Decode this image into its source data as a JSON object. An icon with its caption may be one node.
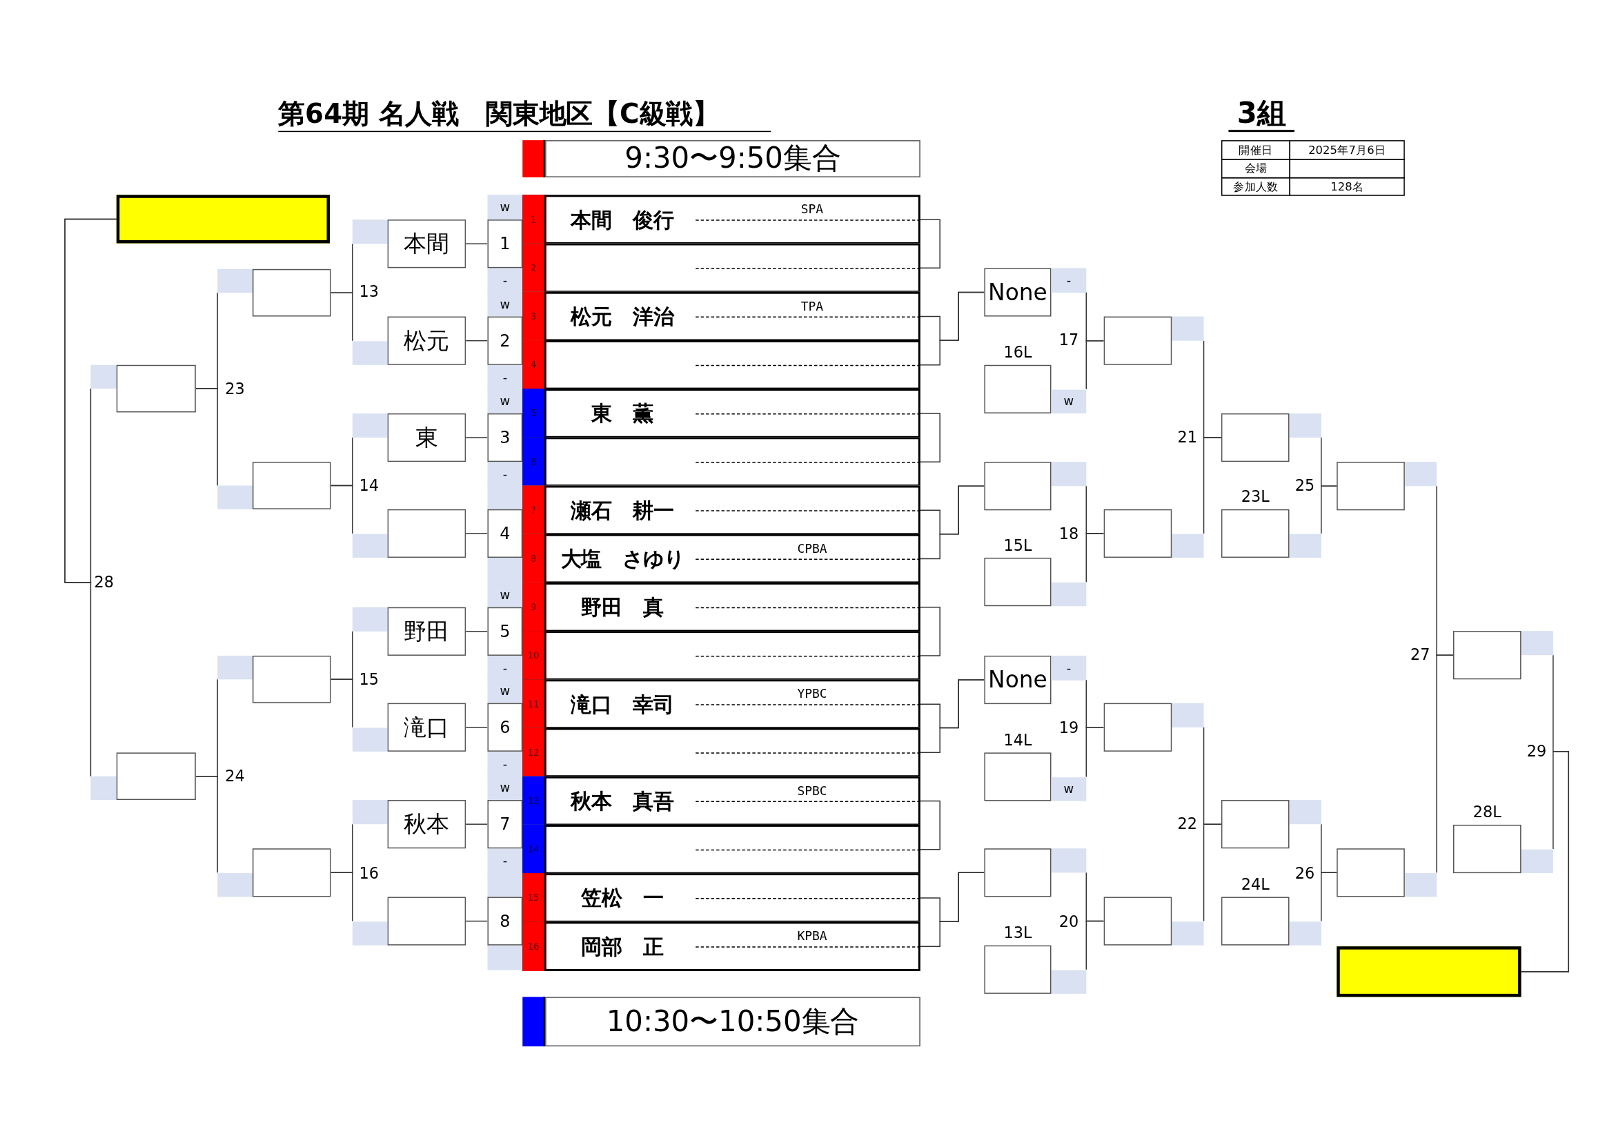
{
  "diagram": {
    "title": "第64期 名人戦　関東地区【C級戦】",
    "nodes": [
      {
        "text": [],
        "shape": "box"
      },
      {
        "text": [],
        "shape": "box"
      },
      {
        "text": [],
        "shape": "box"
      },
      {
        "text": [],
        "shape": "box"
      },
      {
        "text": [],
        "shape": "box"
      },
      {
        "text": [],
        "shape": "box"
      },
      {
        "text": [],
        "shape": "box"
      },
      {
        "text": [
          "本間"
        ]
      },
      {
        "text": [
          "松元"
        ]
      },
      {
        "text": [
          "東"
        ]
      },
      {
        "text": [],
        "shape": "box"
      },
      {
        "text": [
          "野田"
        ]
      },
      {
        "text": [
          "滝口"
        ]
      },
      {
        "text": [
          "秋本"
        ]
      },
      {
        "text": [],
        "shape": "box"
      },
      {
        "text": [
          "1"
        ]
      },
      {
        "text": [
          "2"
        ]
      },
      {
        "text": [
          "3"
        ]
      },
      {
        "text": [
          "4"
        ]
      },
      {
        "text": [
          "5"
        ]
      },
      {
        "text": [
          "6"
        ]
      },
      {
        "text": [
          "7"
        ]
      },
      {
        "text": [
          "8"
        ]
      },
      {
        "text": [
          "1",
          "本間　俊行",
          "SPA"
        ]
      },
      {
        "text": [
          "2"
        ]
      },
      {
        "text": [
          "3",
          "松元　洋治",
          "TPA"
        ]
      },
      {
        "text": [
          "4"
        ]
      },
      {
        "text": [
          "5",
          "東　薫"
        ]
      },
      {
        "text": [
          "6"
        ]
      },
      {
        "text": [
          "7",
          "瀬石　耕一"
        ]
      },
      {
        "text": [
          "8",
          "大塩　さゆり",
          "CPBA"
        ]
      },
      {
        "text": [
          "9",
          "野田　真"
        ]
      },
      {
        "text": [
          "10"
        ]
      },
      {
        "text": [
          "11",
          "滝口　幸司",
          "YPBC"
        ]
      },
      {
        "text": [
          "12"
        ]
      },
      {
        "text": [
          "13",
          "秋本　真吾",
          "SPBC"
        ]
      },
      {
        "text": [
          "14"
        ]
      },
      {
        "text": [
          "15",
          "笠松　一"
        ]
      },
      {
        "text": [
          "16",
          "岡部　正",
          "KPBA"
        ]
      },
      {
        "text": [
          "None"
        ]
      },
      {
        "text": [],
        "shape": "box",
        "beside": [
          "16L"
        ]
      },
      {
        "text": [],
        "shape": "box"
      },
      {
        "text": [],
        "shape": "box",
        "beside": [
          "15L"
        ]
      },
      {
        "text": [
          "None"
        ]
      },
      {
        "text": [],
        "shape": "box",
        "beside": [
          "14L"
        ]
      },
      {
        "text": [],
        "shape": "box"
      },
      {
        "text": [],
        "shape": "box",
        "beside": [
          "13L"
        ]
      },
      {
        "text": [],
        "shape": "box"
      },
      {
        "text": [],
        "shape": "box"
      },
      {
        "text": [],
        "shape": "box"
      },
      {
        "text": [],
        "shape": "box"
      },
      {
        "text": [],
        "shape": "box"
      },
      {
        "text": [],
        "shape": "box",
        "beside": [
          "23L"
        ]
      },
      {
        "text": [],
        "shape": "box"
      },
      {
        "text": [],
        "shape": "box",
        "beside": [
          "24L"
        ]
      },
      {
        "text": [],
        "shape": "box"
      },
      {
        "text": [],
        "shape": "box"
      },
      {
        "text": [],
        "shape": "box"
      },
      {
        "text": [],
        "shape": "box",
        "beside": [
          "28L"
        ]
      },
      {
        "text": [],
        "shape": "box"
      }
    ],
    "edges": [
      {
        "from": 1,
        "to": 0,
        "arrow": "none",
        "label": "28"
      },
      {
        "from": 2,
        "to": 0,
        "arrow": "none"
      },
      {
        "from": 3,
        "to": 1,
        "arrow": "none",
        "label": "23"
      },
      {
        "from": 4,
        "to": 1,
        "arrow": "none"
      },
      {
        "from": 5,
        "to": 2,
        "arrow": "none",
        "label": "24"
      },
      {
        "from": 6,
        "to": 2,
        "arrow": "none"
      },
      {
        "from": 7,
        "to": 3,
        "arrow": "none",
        "label": "13"
      },
      {
        "from": 8,
        "to": 3,
        "arrow": "none"
      },
      {
        "from": 9,
        "to": 4,
        "arrow": "none",
        "label": "14"
      },
      {
        "from": 10,
        "to": 4,
        "arrow": "none"
      },
      {
        "from": 11,
        "to": 5,
        "arrow": "none",
        "label": "15"
      },
      {
        "from": 12,
        "to": 5,
        "arrow": "none"
      },
      {
        "from": 13,
        "to": 6,
        "arrow": "none",
        "label": "16"
      },
      {
        "from": 14,
        "to": 6,
        "arrow": "none"
      },
      {
        "from": 15,
        "to": 7,
        "arrow": "none"
      },
      {
        "from": 16,
        "to": 8,
        "arrow": "none"
      },
      {
        "from": 17,
        "to": 9,
        "arrow": "none"
      },
      {
        "from": 18,
        "to": 10,
        "arrow": "none"
      },
      {
        "from": 19,
        "to": 11,
        "arrow": "none"
      },
      {
        "from": 20,
        "to": 12,
        "arrow": "none"
      },
      {
        "from": 21,
        "to": 13,
        "arrow": "none"
      },
      {
        "from": 22,
        "to": 14,
        "arrow": "none"
      },
      {
        "from": 23,
        "to": 24,
        "arrow": "none"
      },
      {
        "from": 25,
        "to": 39,
        "arrow": "none"
      },
      {
        "from": 26,
        "to": 39,
        "arrow": "none"
      },
      {
        "from": 27,
        "to": 28,
        "arrow": "none"
      },
      {
        "from": 29,
        "to": 41,
        "arrow": "none"
      },
      {
        "from": 30,
        "to": 41,
        "arrow": "none"
      },
      {
        "from": 31,
        "to": 32,
        "arrow": "none"
      },
      {
        "from": 33,
        "to": 43,
        "arrow": "none"
      },
      {
        "from": 34,
        "to": 43,
        "arrow": "none"
      },
      {
        "from": 35,
        "to": 36,
        "arrow": "none"
      },
      {
        "from": 37,
        "to": 45,
        "arrow": "none"
      },
      {
        "from": 38,
        "to": 45,
        "arrow": "none"
      },
      {
        "from": 39,
        "to": 47,
        "arrow": "none",
        "label": "17"
      },
      {
        "from": 40,
        "to": 47,
        "arrow": "none"
      },
      {
        "from": 41,
        "to": 48,
        "arrow": "none",
        "label": "18"
      },
      {
        "from": 42,
        "to": 48,
        "arrow": "none"
      },
      {
        "from": 43,
        "to": 49,
        "arrow": "none",
        "label": "19"
      },
      {
        "from": 44,
        "to": 49,
        "arrow": "none"
      },
      {
        "from": 45,
        "to": 50,
        "arrow": "none",
        "label": "20"
      },
      {
        "from": 46,
        "to": 50,
        "arrow": "none"
      },
      {
        "from": 47,
        "to": 51,
        "arrow": "none",
        "label": "21"
      },
      {
        "from": 48,
        "to": 51,
        "arrow": "none"
      },
      {
        "from": 49,
        "to": 53,
        "arrow": "none",
        "label": "22"
      },
      {
        "from": 50,
        "to": 53,
        "arrow": "none"
      },
      {
        "from": 51,
        "to": 55,
        "arrow": "none",
        "label": "25"
      },
      {
        "from": 52,
        "to": 55,
        "arrow": "none"
      },
      {
        "from": 53,
        "to": 56,
        "arrow": "none",
        "label": "26"
      },
      {
        "from": 54,
        "to": 56,
        "arrow": "none"
      },
      {
        "from": 55,
        "to": 57,
        "arrow": "none",
        "label": "27"
      },
      {
        "from": 56,
        "to": 57,
        "arrow": "none"
      },
      {
        "from": 57,
        "to": 59,
        "arrow": "none",
        "label": "29"
      },
      {
        "from": 58,
        "to": 59,
        "arrow": "none"
      }
    ],
    "labels": [
      "3組",
      "開催日",
      "2025年7月6日",
      "会場",
      "参加人数",
      "128名",
      "w",
      "-",
      "w",
      "-",
      "w",
      "-",
      "w",
      "-",
      "w",
      "-",
      "w",
      "-",
      "-",
      "w",
      "-",
      "w"
    ],
    "legend": [
      {
        "text": "9:30〜9:50集合",
        "color": "#ff0000"
      },
      {
        "text": "10:30〜10:50集合",
        "color": "#0000ff"
      }
    ]
  }
}
